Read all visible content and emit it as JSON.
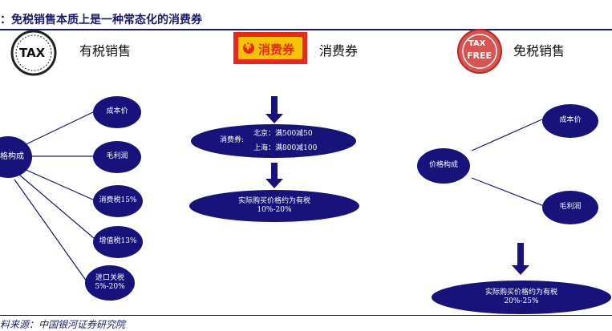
{
  "title": "：免税销售本质上是一种常态化的消费券",
  "source": "料来源：中国银河证券研究院",
  "headers": {
    "tax": "有税销售",
    "coupon": "消费券",
    "free": "免税销售"
  },
  "icons": {
    "tax_logo": "TAX",
    "coupon_logo": "消费券",
    "coupon_yen": "¥",
    "free_logo_1": "TAX",
    "free_logo_2": "FREE"
  },
  "left": {
    "center": "价格构成",
    "items": [
      "成本价",
      "毛利润",
      "消费税15%",
      "增值税13%",
      "进口关税\n5%-20%"
    ]
  },
  "middle": {
    "coupon_label": "消费券:",
    "beijing": "北京：满500减50",
    "shanghai": "上海：满800减100",
    "result": "实际购买价格约为有税\n10%-20%"
  },
  "right": {
    "center": "价格构成",
    "items": [
      "成本价",
      "毛利润"
    ],
    "result": "实际购买价格约为有税\n20%-25%"
  }
}
